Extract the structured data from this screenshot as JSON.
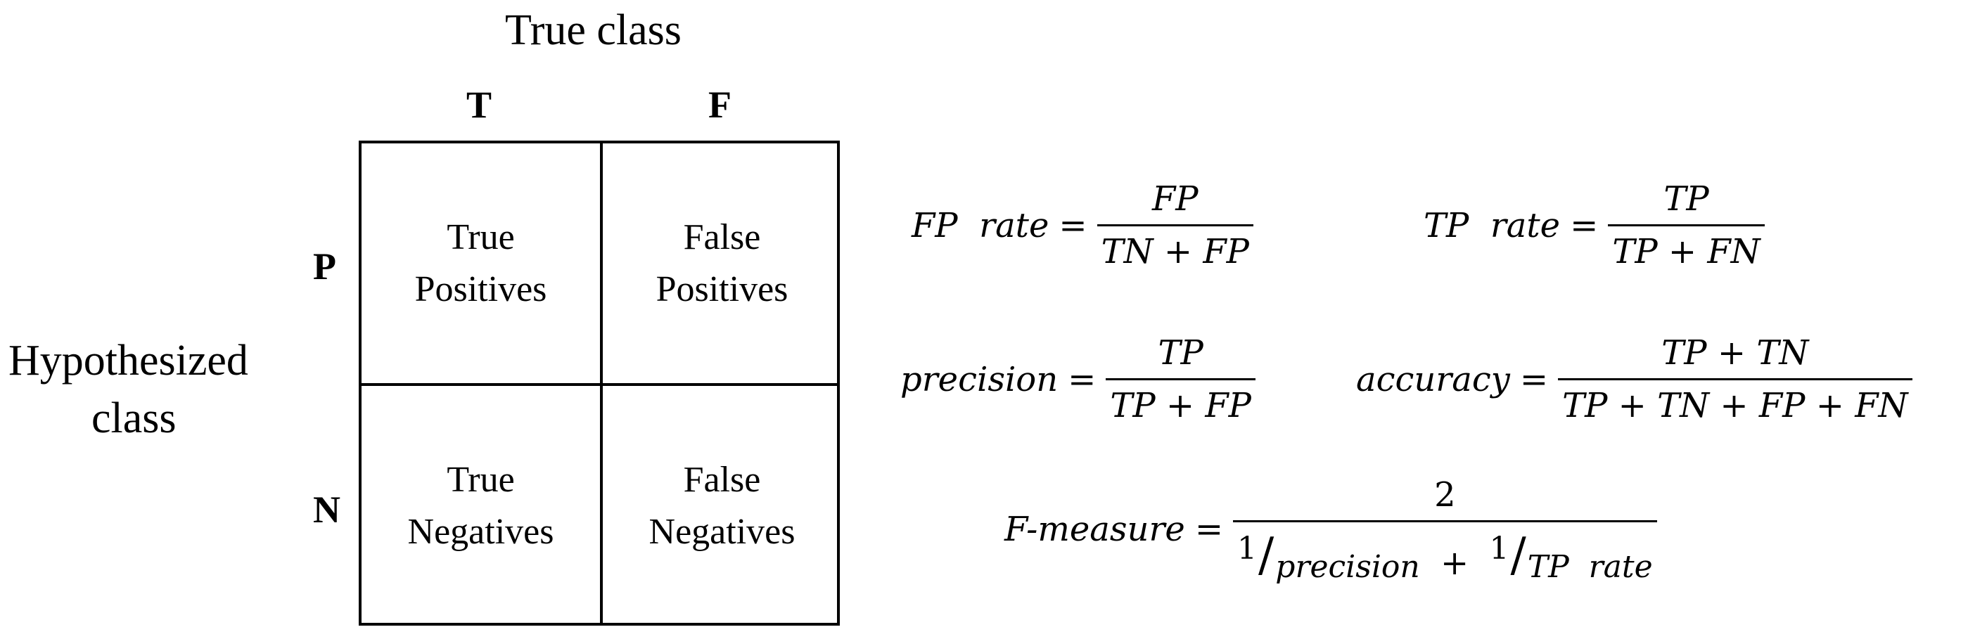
{
  "true_class_title": "True class",
  "hypothesized_class_title": [
    "Hypothesized",
    "class"
  ],
  "columns": [
    "T",
    "F"
  ],
  "rows": [
    "P",
    "N"
  ],
  "cells": {
    "tp": [
      "True",
      "Positives"
    ],
    "fp": [
      "False",
      "Positives"
    ],
    "tn": [
      "True",
      "Negatives"
    ],
    "fn": [
      "False",
      "Negatives"
    ]
  },
  "formulas": {
    "fp_rate": {
      "lhs": "FP  rate",
      "eq": "=",
      "num": "FP",
      "den": "TN + FP"
    },
    "tp_rate": {
      "lhs": "TP  rate",
      "eq": "=",
      "num": "TP",
      "den": "TP + FN"
    },
    "precision": {
      "lhs": "precision",
      "eq": "=",
      "num": "TP",
      "den": "TP + FP"
    },
    "accuracy": {
      "lhs": "accuracy",
      "eq": "=",
      "num": "TP + TN",
      "den": "TP + TN + FP + FN"
    },
    "f_measure": {
      "lhs": "F-measure",
      "eq": "=",
      "num": "2",
      "den_term1_one": "1",
      "den_term1_sub": "precision",
      "den_plus": "+",
      "den_term2_one": "1",
      "den_term2_sub": "TP  rate"
    }
  }
}
